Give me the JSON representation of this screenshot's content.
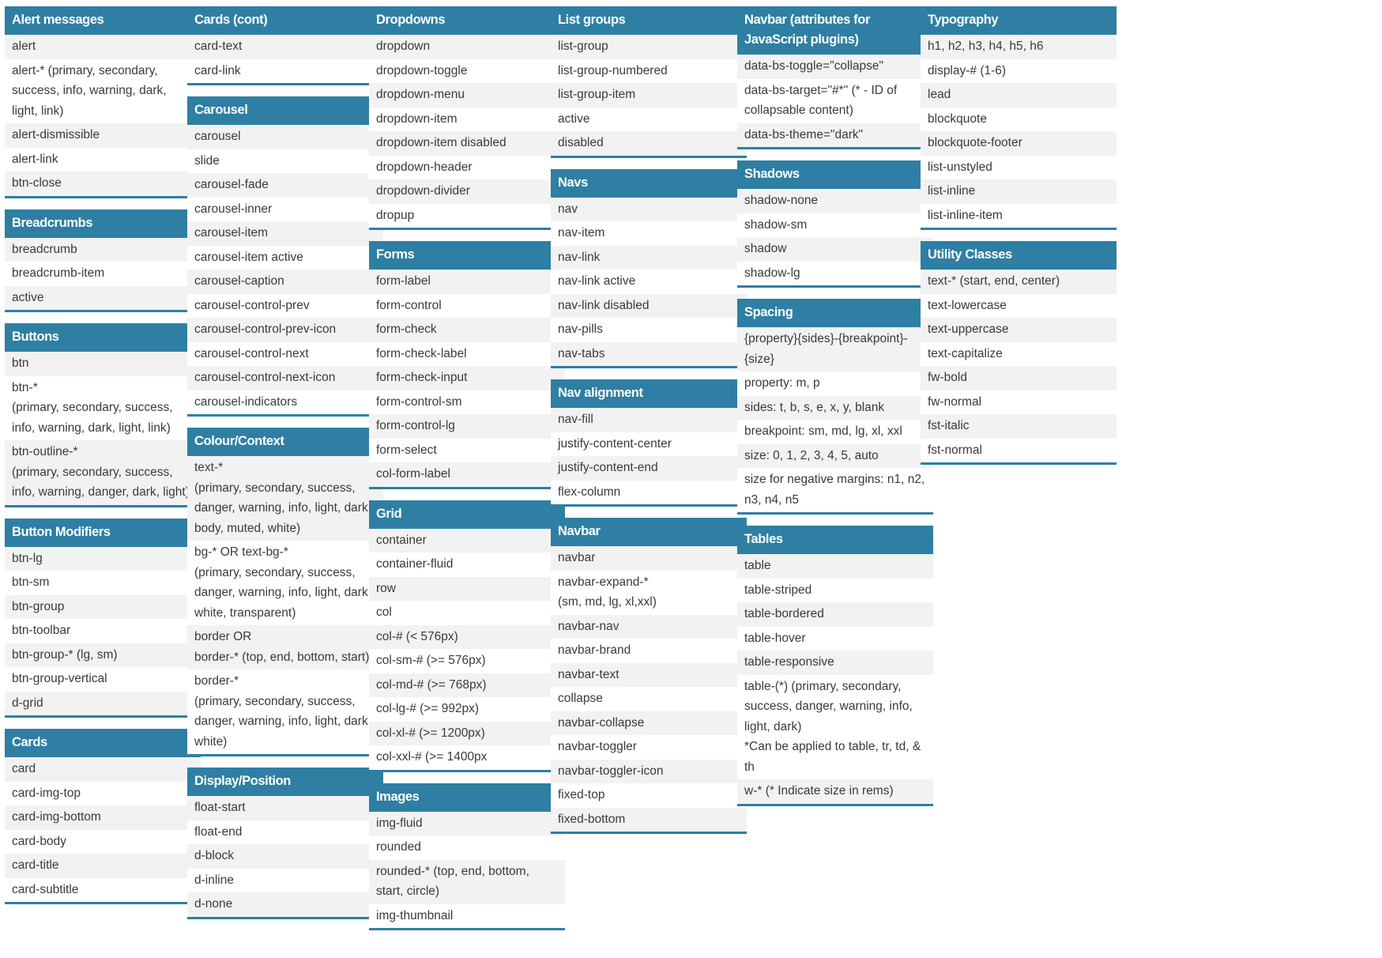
{
  "columns": [
    [
      {
        "title": "Alert messages",
        "items": [
          "alert",
          "alert-* (primary, secondary, success, info, warning, dark, light, link)",
          "alert-dismissible",
          "alert-link",
          "btn-close"
        ]
      },
      {
        "title": "Breadcrumbs",
        "items": [
          "breadcrumb",
          "breadcrumb-item",
          "active"
        ]
      },
      {
        "title": "Buttons",
        "items": [
          "btn",
          "btn-*\n(primary, secondary, success, info, warning, dark, light, link)",
          "btn-outline-*\n(primary, secondary, success, info, warning, danger, dark, light)"
        ]
      },
      {
        "title": "Button Modifiers",
        "items": [
          "btn-lg",
          "btn-sm",
          "btn-group",
          "btn-toolbar",
          "btn-group-* (lg, sm)",
          "btn-group-vertical",
          "d-grid"
        ]
      },
      {
        "title": "Cards",
        "items": [
          "card",
          "card-img-top",
          "card-img-bottom",
          "card-body",
          "card-title",
          "card-subtitle"
        ]
      }
    ],
    [
      {
        "title": "Cards (cont)",
        "items": [
          "card-text",
          "card-link"
        ]
      },
      {
        "title": "Carousel",
        "items": [
          "carousel",
          "slide",
          "carousel-fade",
          "carousel-inner",
          "carousel-item",
          "carousel-item active",
          "carousel-caption",
          "carousel-control-prev",
          "carousel-control-prev-icon",
          "carousel-control-next",
          "carousel-control-next-icon",
          "carousel-indicators"
        ]
      },
      {
        "title": "Colour/Context",
        "items": [
          "text-*\n(primary, secondary, success, danger, warning, info, light, dark, body, muted, white)",
          "bg-* OR text-bg-*\n(primary, secondary, success, danger, warning, info, light, dark, white, transparent)",
          "border OR\nborder-* (top, end, bottom, start)",
          "border-*\n(primary, secondary, success, danger, warning, info, light, dark, white)"
        ]
      },
      {
        "title": "Display/Position",
        "items": [
          "float-start",
          "float-end",
          "d-block",
          "d-inline",
          "d-none"
        ]
      }
    ],
    [
      {
        "title": "Dropdowns",
        "items": [
          "dropdown",
          "dropdown-toggle",
          "dropdown-menu",
          "dropdown-item",
          "dropdown-item disabled",
          "dropdown-header",
          "dropdown-divider",
          "dropup"
        ]
      },
      {
        "title": "Forms",
        "items": [
          "form-label",
          "form-control",
          "form-check",
          "form-check-label",
          "form-check-input",
          "form-control-sm",
          "form-control-lg",
          "form-select",
          "col-form-label"
        ]
      },
      {
        "title": "Grid",
        "items": [
          "container",
          "container-fluid",
          "row",
          "col",
          "col-# (< 576px)",
          "col-sm-# (>= 576px)",
          "col-md-# (>= 768px)",
          "col-lg-# (>= 992px)",
          "col-xl-# (>= 1200px)",
          "col-xxl-# (>= 1400px"
        ]
      },
      {
        "title": "Images",
        "items": [
          "img-fluid",
          "rounded",
          "rounded-* (top, end, bottom, start, circle)",
          "img-thumbnail"
        ]
      }
    ],
    [
      {
        "title": "List groups",
        "items": [
          "list-group",
          "list-group-numbered",
          "list-group-item",
          "active",
          "disabled"
        ]
      },
      {
        "title": "Navs",
        "items": [
          "nav",
          "nav-item",
          "nav-link",
          "nav-link active",
          "nav-link disabled",
          "nav-pills",
          "nav-tabs"
        ]
      },
      {
        "title": "Nav alignment",
        "items": [
          "nav-fill",
          "justify-content-center",
          "justify-content-end",
          "flex-column"
        ]
      },
      {
        "title": "Navbar",
        "items": [
          "navbar",
          "navbar-expand-*\n(sm, md, lg, xl,xxl)",
          "navbar-nav",
          "navbar-brand",
          "navbar-text",
          "collapse",
          "navbar-collapse",
          "navbar-toggler",
          "navbar-toggler-icon",
          "fixed-top",
          "fixed-bottom"
        ]
      }
    ],
    [
      {
        "title": "Navbar (attributes for JavaScript plugins)",
        "items": [
          "data-bs-toggle=\"collapse\"",
          "data-bs-target=\"#*\" (* - ID of collapsable content)",
          "data-bs-theme=\"dark\""
        ]
      },
      {
        "title": "Shadows",
        "items": [
          "shadow-none",
          "shadow-sm",
          "shadow",
          "shadow-lg"
        ]
      },
      {
        "title": "Spacing",
        "items": [
          "{property}{sides}-{breakpoint}-{size}",
          "property: m, p",
          "sides: t, b, s, e, x, y, blank",
          "breakpoint: sm, md, lg, xl, xxl",
          "size: 0, 1, 2, 3, 4, 5, auto",
          "size for negative margins: n1, n2, n3, n4, n5"
        ]
      },
      {
        "title": "Tables",
        "items": [
          "table",
          "table-striped",
          "table-bordered",
          "table-hover",
          "table-responsive",
          "table-(*) (primary, secondary, success, danger, warning, info, light, dark)\n*Can be applied to table, tr, td, & th",
          "w-* (* Indicate size in rems)"
        ]
      }
    ],
    [
      {
        "title": "Typography",
        "items": [
          "h1, h2, h3, h4, h5, h6",
          "display-# (1-6)",
          "lead",
          "blockquote",
          "blockquote-footer",
          "list-unstyled",
          "list-inline",
          "list-inline-item"
        ]
      },
      {
        "title": "Utility Classes",
        "items": [
          "text-* (start, end, center)",
          "text-lowercase",
          "text-uppercase",
          "text-capitalize",
          "fw-bold",
          "fw-normal",
          "fst-italic",
          "fst-normal"
        ]
      }
    ]
  ],
  "colors": {
    "header_bg": "#2e7fa3",
    "header_text": "#ffffff",
    "row_alt": "#f2f2f2",
    "text": "#3a3a3a"
  }
}
